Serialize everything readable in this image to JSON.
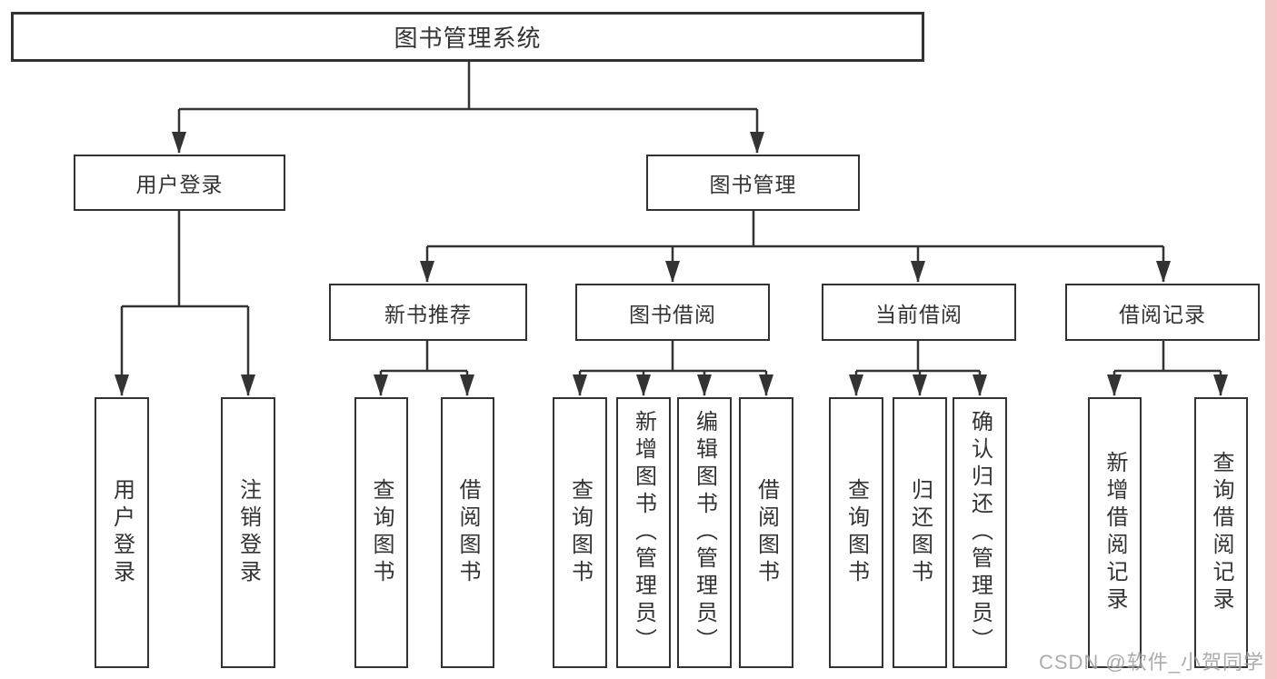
{
  "watermark": "CSDN @软件_小贺同学",
  "colors": {
    "line": "#333333",
    "box_border": "#323232",
    "text": "#333333",
    "watermark_gray": "#9e9e9e",
    "edge_strip_pink": "#f3c5c5"
  },
  "tree": {
    "root": "图书管理系统",
    "branches": [
      {
        "label": "用户登录",
        "leaves": [
          "用户登录",
          "注销登录"
        ]
      },
      {
        "label": "图书管理",
        "groups": [
          {
            "label": "新书推荐",
            "leaves": [
              "查询图书",
              "借阅图书"
            ]
          },
          {
            "label": "图书借阅",
            "leaves": [
              "查询图书",
              "新增图书（管理员）",
              "编辑图书（管理员）",
              "借阅图书"
            ]
          },
          {
            "label": "当前借阅",
            "leaves": [
              "查询图书",
              "归还图书",
              "确认归还（管理员）"
            ]
          },
          {
            "label": "借阅记录",
            "leaves": [
              "新增借阅记录",
              "查询借阅记录"
            ]
          }
        ]
      }
    ]
  }
}
